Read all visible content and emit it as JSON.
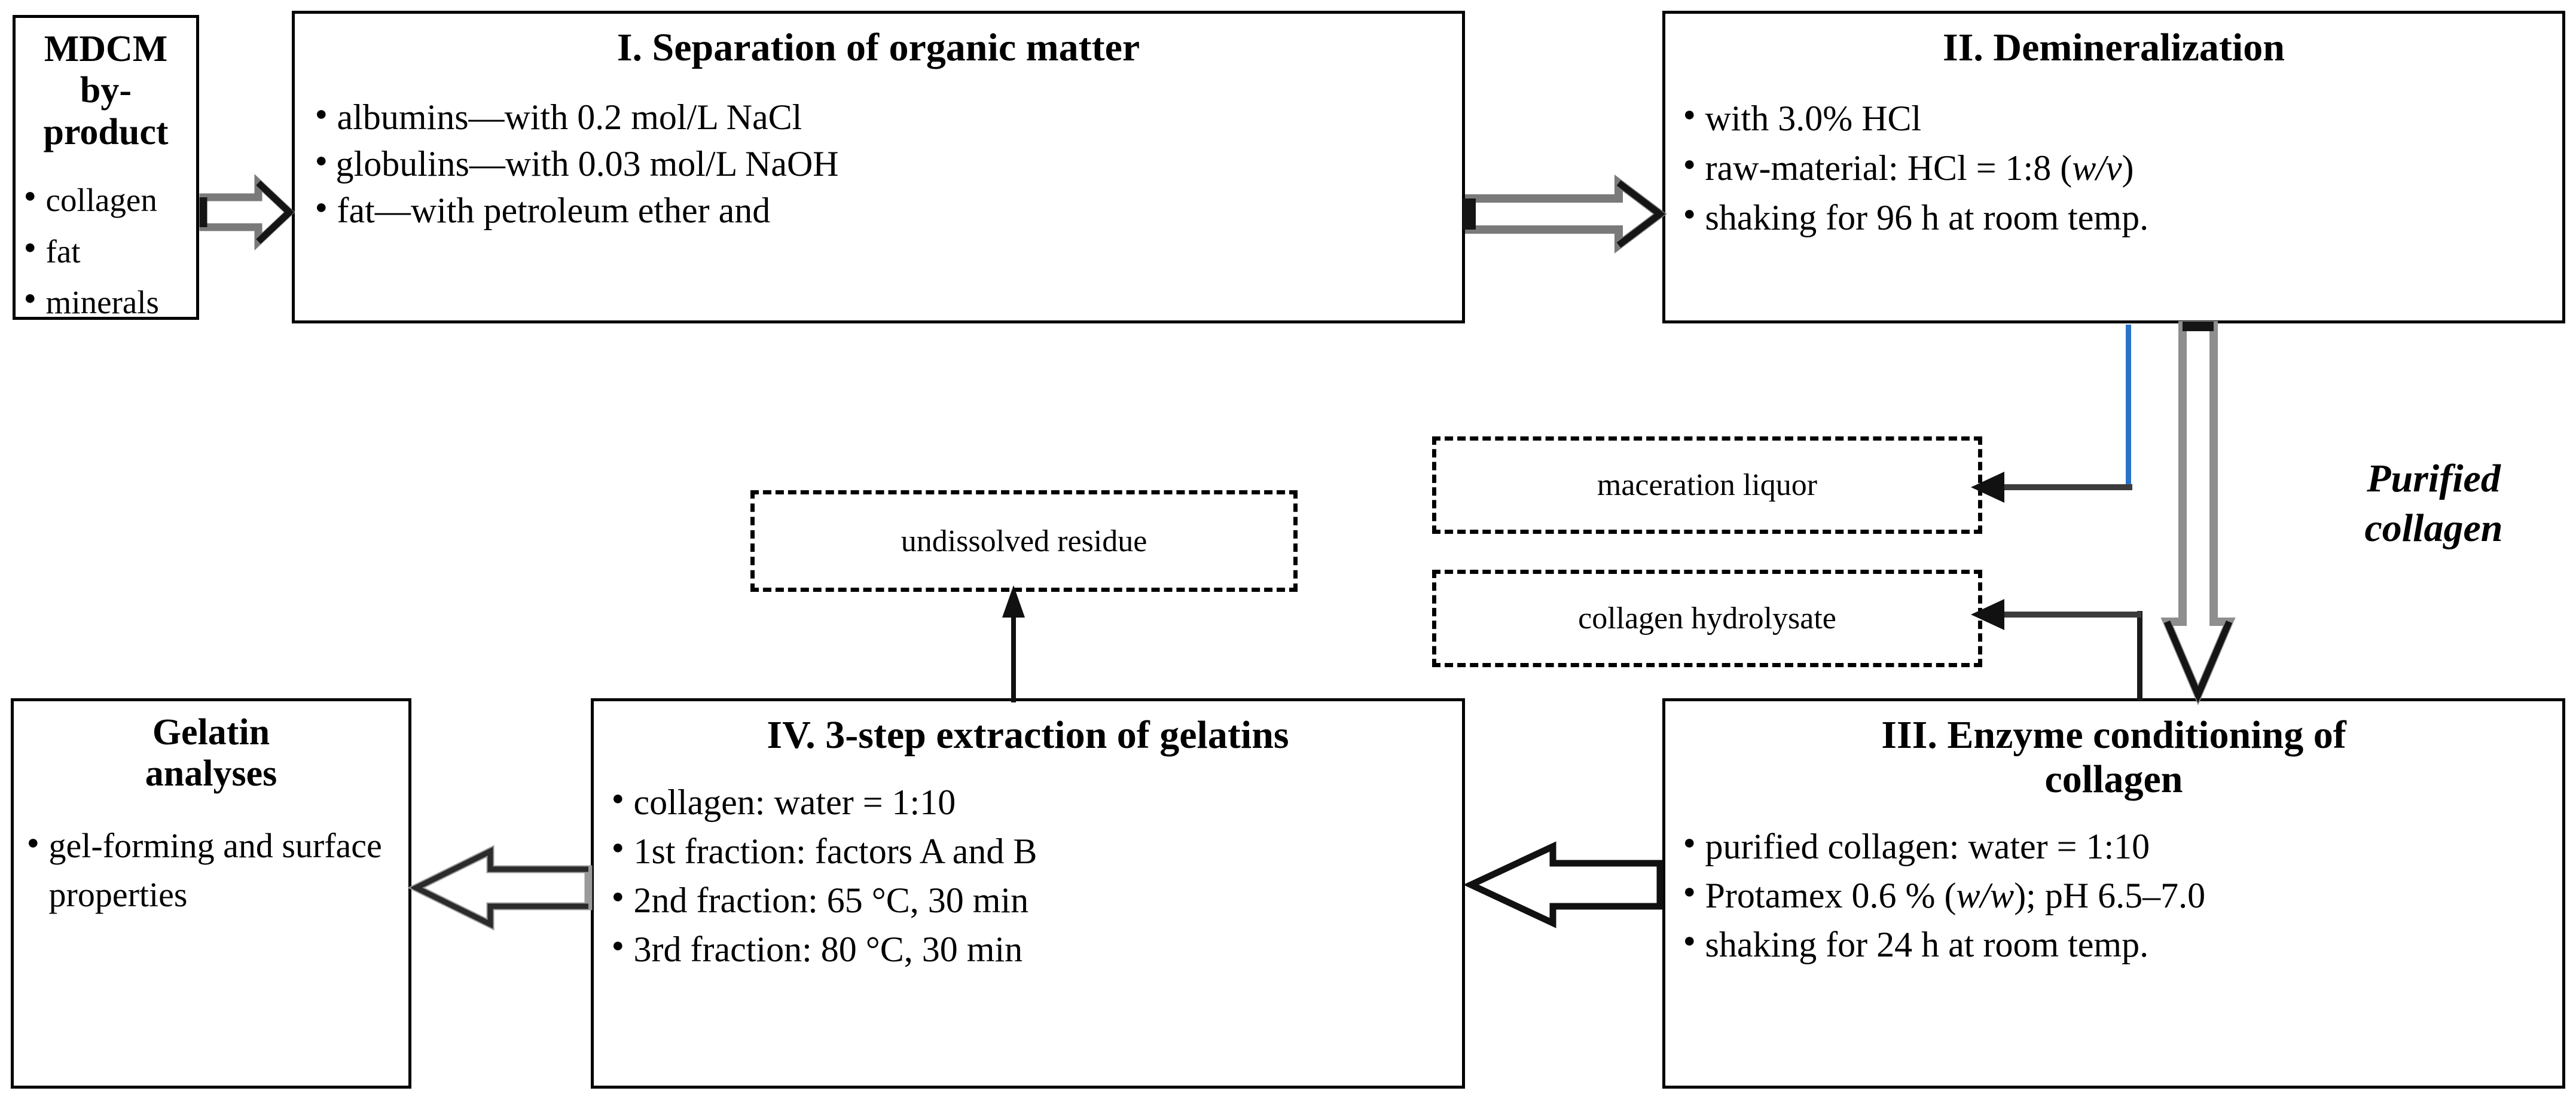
{
  "diagram": {
    "title": "Gelatin production flow from MDCM by-product",
    "colors": {
      "outline": "#000000",
      "arrow_gray": "#808080",
      "arrow_dark": "#1a1a1a",
      "connector_blue": "#2a72c8",
      "background": "#ffffff"
    },
    "bullet_glyph": "●"
  },
  "boxes": {
    "mdcm": {
      "title_line1": "MDCM",
      "title_line2": "by-product",
      "items": [
        "collagen",
        "fat",
        "minerals"
      ]
    },
    "step1": {
      "title": "I. Separation of organic matter",
      "items": [
        "albumins—with 0.2 mol/L NaCl",
        "globulins—with 0.03 mol/L NaOH",
        "fat—with petroleum ether and"
      ]
    },
    "step2": {
      "title": "II. Demineralization",
      "items_html": [
        "with 3.0% HCl",
        "raw-material: HCl = 1:8 (<i class=\"it\">w/v</i>)",
        "shaking for 96 h at room temp."
      ]
    },
    "step3": {
      "title_line1": "III. Enzyme conditioning of",
      "title_line2": "collagen",
      "items_html": [
        "purified collagen: water = 1:10",
        "Protamex 0.6 % (<i class=\"it\">w/w</i>); pH 6.5–7.0",
        "shaking for 24 h at room temp."
      ]
    },
    "step4": {
      "title": "IV. 3-step extraction of gelatins",
      "items": [
        "collagen: water = 1:10",
        "1st fraction: factors A and B",
        "2nd fraction: 65 °C, 30 min",
        "3rd fraction: 80 °C, 30 min"
      ]
    },
    "analyses": {
      "title_line1": "Gelatin",
      "title_line2": "analyses",
      "items": [
        "gel-forming and surface properties"
      ]
    }
  },
  "byproducts": {
    "undissolved_residue": "undissolved residue",
    "maceration_liquor": "maceration liquor",
    "collagen_hydrolysate": "collagen hydrolysate"
  },
  "labels": {
    "purified_line1": "Purified",
    "purified_line2": "collagen"
  }
}
